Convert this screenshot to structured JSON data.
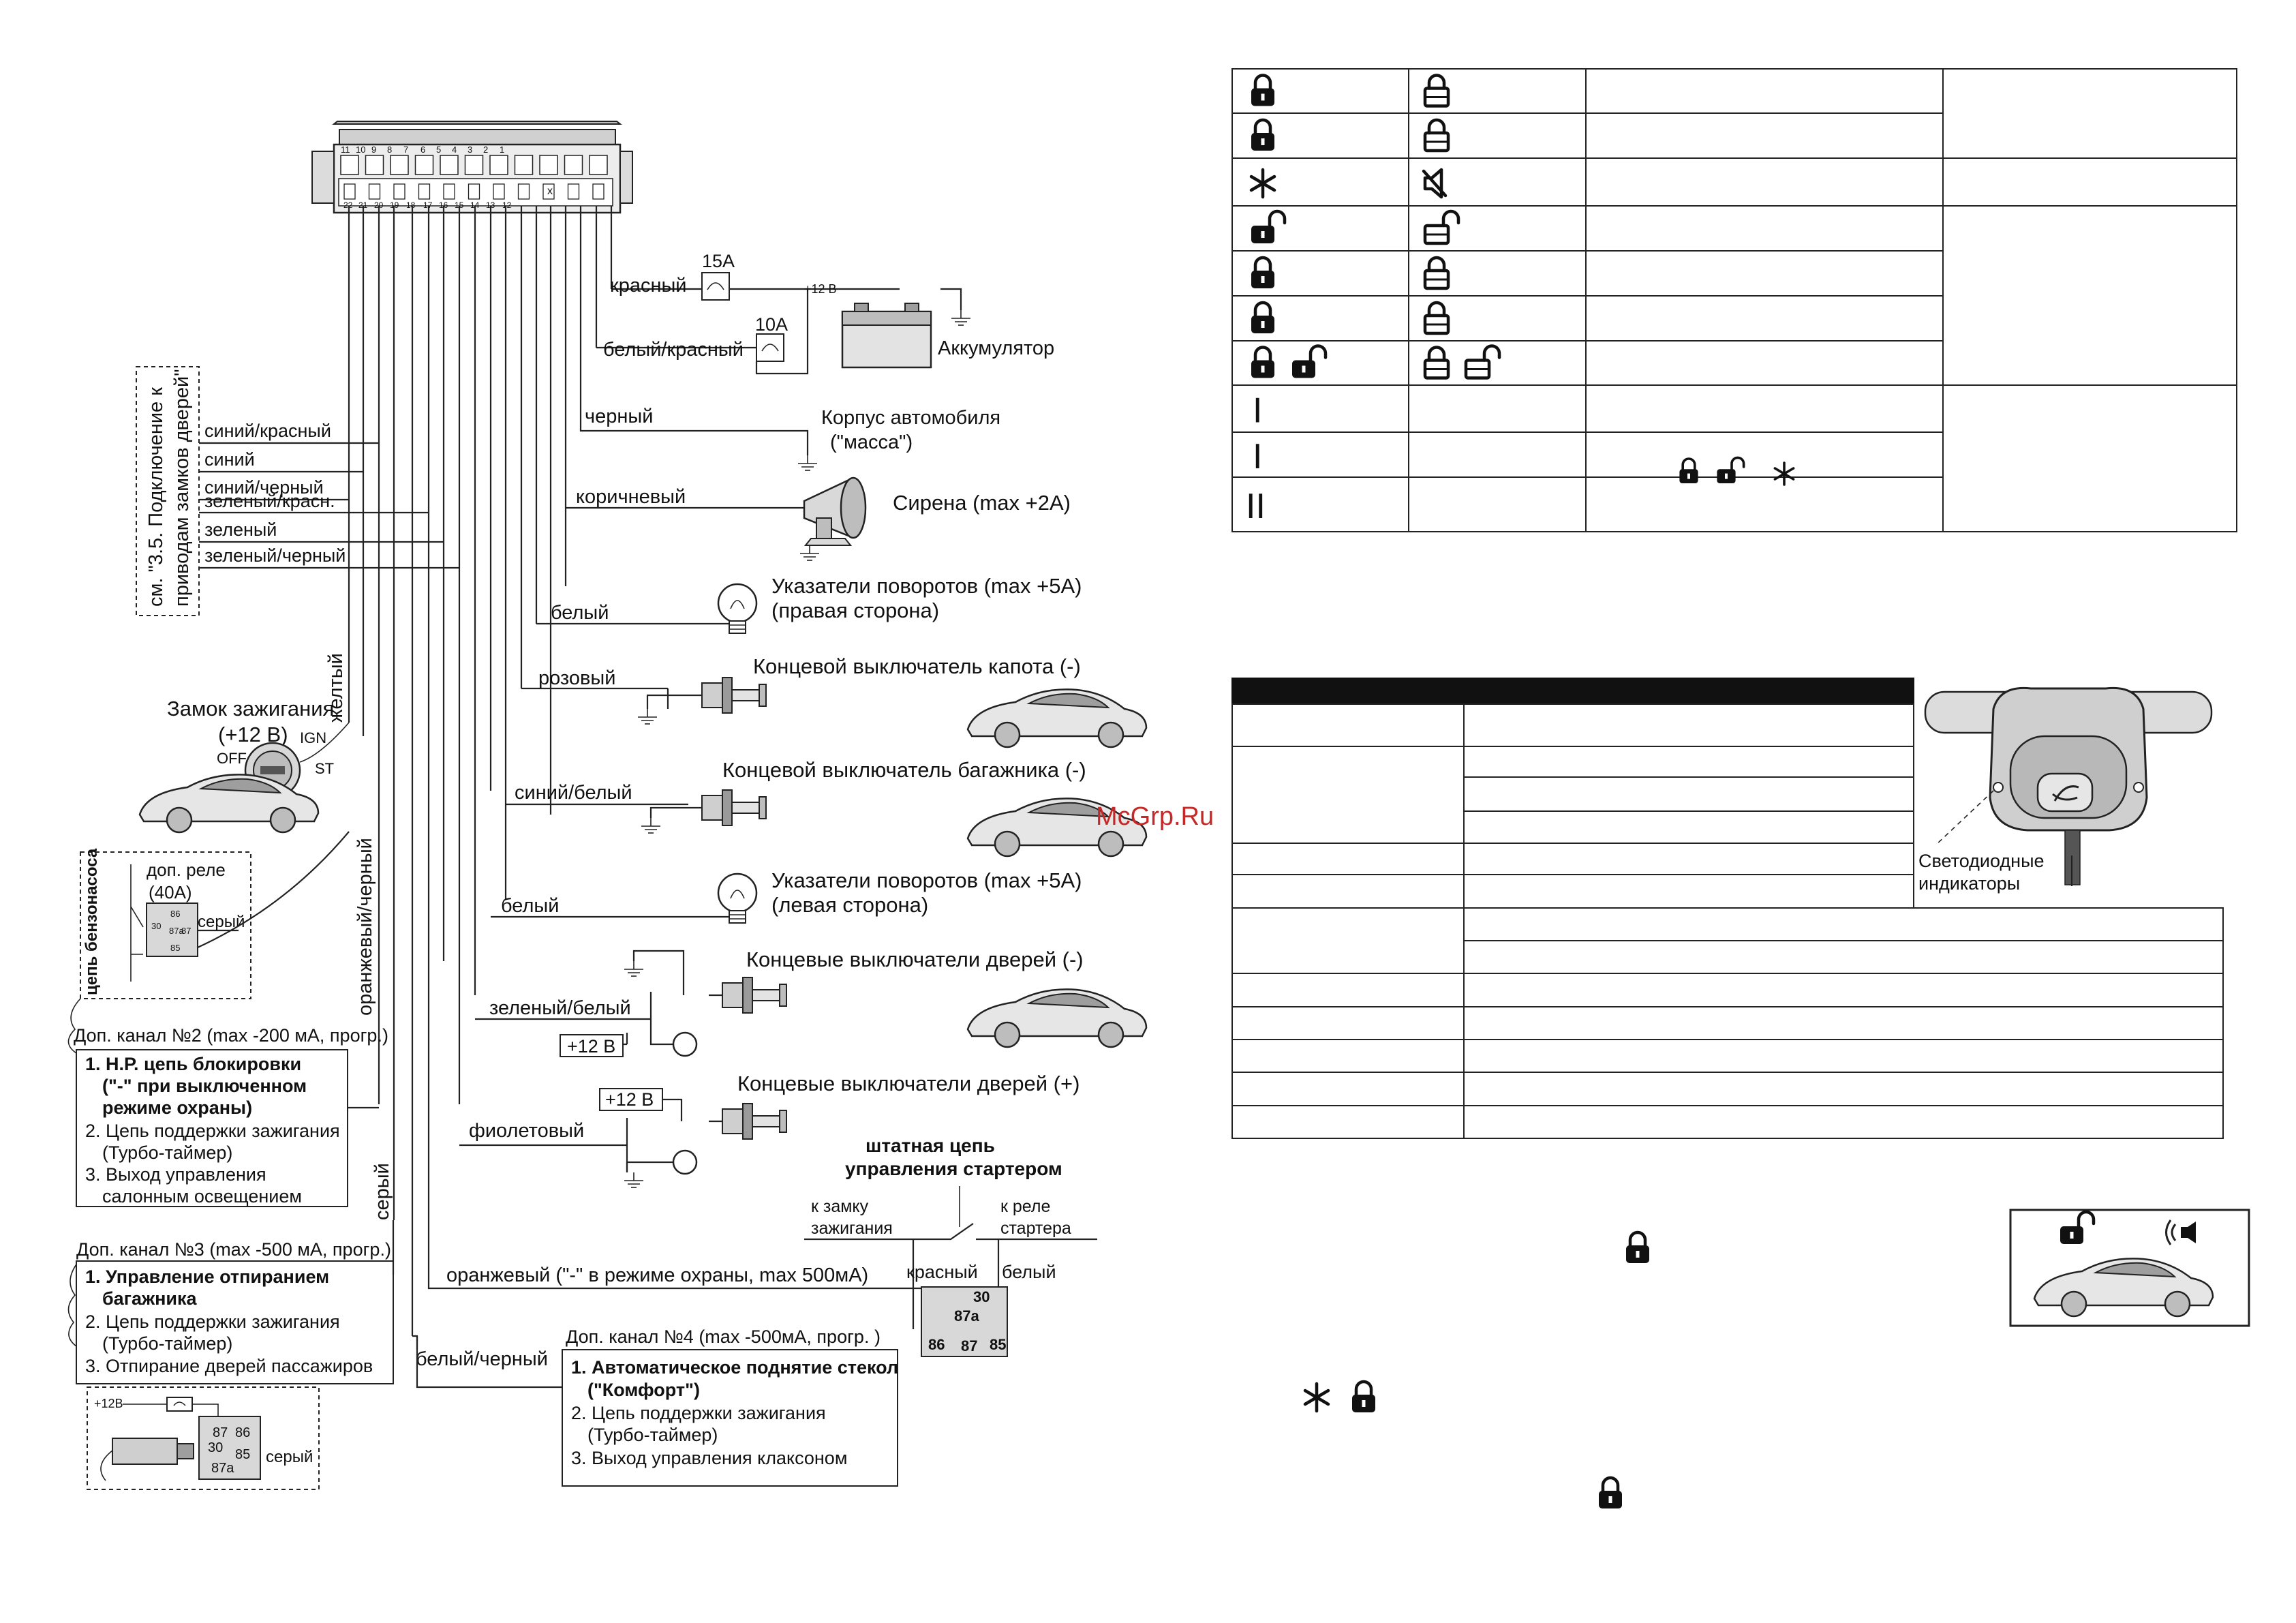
{
  "connector": {
    "top_numbers": [
      "11",
      "10",
      "9",
      "8",
      "7",
      "6",
      "5",
      "4",
      "3",
      "2",
      "1"
    ],
    "bottom_numbers": [
      "22",
      "21",
      "20",
      "19",
      "18",
      "17",
      "16",
      "15",
      "14",
      "13",
      "12"
    ],
    "x_mark": "x"
  },
  "power": {
    "wire_red": "красный",
    "fuse_15a": "15A",
    "wire_white_red": "белый/красный",
    "fuse_10a": "10A",
    "plus12": "+12 В",
    "battery": "Аккумулятор"
  },
  "ground": {
    "wire_black": "черный",
    "label_line1": "Корпус автомобиля",
    "label_line2": "(\"масса\")"
  },
  "siren": {
    "wire": "коричневый",
    "label": "Сирена (max +2A)"
  },
  "turn_right": {
    "wire": "белый",
    "line1": "Указатели поворотов (max +5A)",
    "line2": "(правая сторона)"
  },
  "hood": {
    "wire": "розовый",
    "label": "Концевой выключатель капота (-)"
  },
  "trunk": {
    "wire": "синий/белый",
    "label": "Концевой выключатель багажника (-)"
  },
  "turn_left": {
    "wire": "белый",
    "line1": "Указатели поворотов (max +5A)",
    "line2": "(левая сторона)"
  },
  "doors_neg": {
    "wire": "зеленый/белый",
    "label": "Концевые выключатели дверей (-)",
    "plus12": "+12 В"
  },
  "doors_pos": {
    "wire": "фиолетовый",
    "label": "Концевые выключатели дверей (+)",
    "plus12": "+12 В"
  },
  "lock_wires": {
    "items": [
      "синий/красный",
      "синий",
      "синий/черный",
      "зеленый/красн.",
      "зеленый",
      "зеленый/черный"
    ],
    "note_line1": "см. \"3.5. Подключение к",
    "note_line2": "приводам замков дверей\""
  },
  "ignition": {
    "label_line1": "Замок зажигания",
    "label_line2": "(+12 В)",
    "off": "OFF",
    "ign": "IGN",
    "st": "ST",
    "wire_yellow": "желтый"
  },
  "relay_fuel": {
    "label_line1": "доп. реле",
    "label_line2": "(40A)",
    "circuit": "цепь бензонасоса",
    "wire_gray": "серый",
    "pins": [
      "30",
      "86",
      "87a",
      "87",
      "85"
    ]
  },
  "wire_orange_black": "оранжевый/черный",
  "wire_gray_ch3": "серый",
  "ch2": {
    "title": "Доп. канал №2 (max -200 мА, прогр.)",
    "item1_line1": "1. Н.Р. цепь блокировки",
    "item1_line2": "(\"-\" при выключенном",
    "item1_line3": "режиме охраны)",
    "item2_line1": "2. Цепь поддержки зажигания",
    "item2_line2": "(Турбо-таймер)",
    "item3_line1": "3. Выход управления",
    "item3_line2": "салонным освещением"
  },
  "ch3": {
    "title": "Доп. канал №3 (max -500 мА, прогр.)",
    "item1_line1": "1. Управление отпиранием",
    "item1_line2": "багажника",
    "item2_line1": "2. Цепь поддержки зажигания",
    "item2_line2": "(Турбо-таймер)",
    "item3": "3. Отпирание дверей пассажиров",
    "relay_plus": "+12В",
    "relay_gray": "серый",
    "pins": [
      "87",
      "86",
      "30",
      "85",
      "87a"
    ]
  },
  "ch4": {
    "wire_white_black": "белый/черный",
    "title": "Доп. канал №4 (max -500мА, прогр. )",
    "item1_line1": "1. Автоматическое поднятие стекол",
    "item1_line2": "(\"Комфорт\")",
    "item2_line1": "2. Цепь поддержки зажигания",
    "item2_line2": "(Турбо-таймер)",
    "item3": "3. Выход управления клаксоном"
  },
  "starter": {
    "title_line1": "штатная цепь",
    "title_line2": "управления стартером",
    "to_ign_line1": "к замку",
    "to_ign_line2": "зажигания",
    "to_relay_line1": "к реле",
    "to_relay_line2": "стартера",
    "wire_red": "красный",
    "wire_white": "белый",
    "wire_orange": "оранжевый (\"-\" в режиме охраны, max 500мА)",
    "pins": [
      "30",
      "87a",
      "86",
      "87",
      "85"
    ]
  },
  "watermark": "McGrp.Ru",
  "table1": {
    "rows": [
      {
        "c1": "lock",
        "c2": "lock-outline"
      },
      {
        "c1": "lock",
        "c2": "lock-outline"
      },
      {
        "c1": "asterisk",
        "c2": "speaker-mute"
      },
      {
        "c1": "unlock-small",
        "c2": "unlock-outline"
      },
      {
        "c1": "lock",
        "c2": "lock-outline"
      },
      {
        "c1": "lock",
        "c2": "lock-outline"
      },
      {
        "c1": "lock-unlock",
        "c2": "lock-unlock-outline"
      },
      {
        "c1": "roman-one",
        "c2": ""
      },
      {
        "c1": "roman-one",
        "c2": "",
        "c3": "lock-unlock-asterisk"
      },
      {
        "c1": "roman-two",
        "c2": ""
      }
    ]
  },
  "module": {
    "label_line1": "Светодиодные",
    "label_line2": "индикаторы"
  },
  "icons": {
    "bottom_lock_1": "lock-icon",
    "bottom_star": "asterisk-icon",
    "bottom_lock_2": "lock-icon",
    "bottom_lock_3": "lock-icon",
    "lcd_unlock": "unlock-icon",
    "lcd_sound": "sound-icon"
  },
  "colors": {
    "line": "#222222",
    "header": "#111111",
    "watermark": "#c62828",
    "fill_gray": "#d8d8d8"
  }
}
